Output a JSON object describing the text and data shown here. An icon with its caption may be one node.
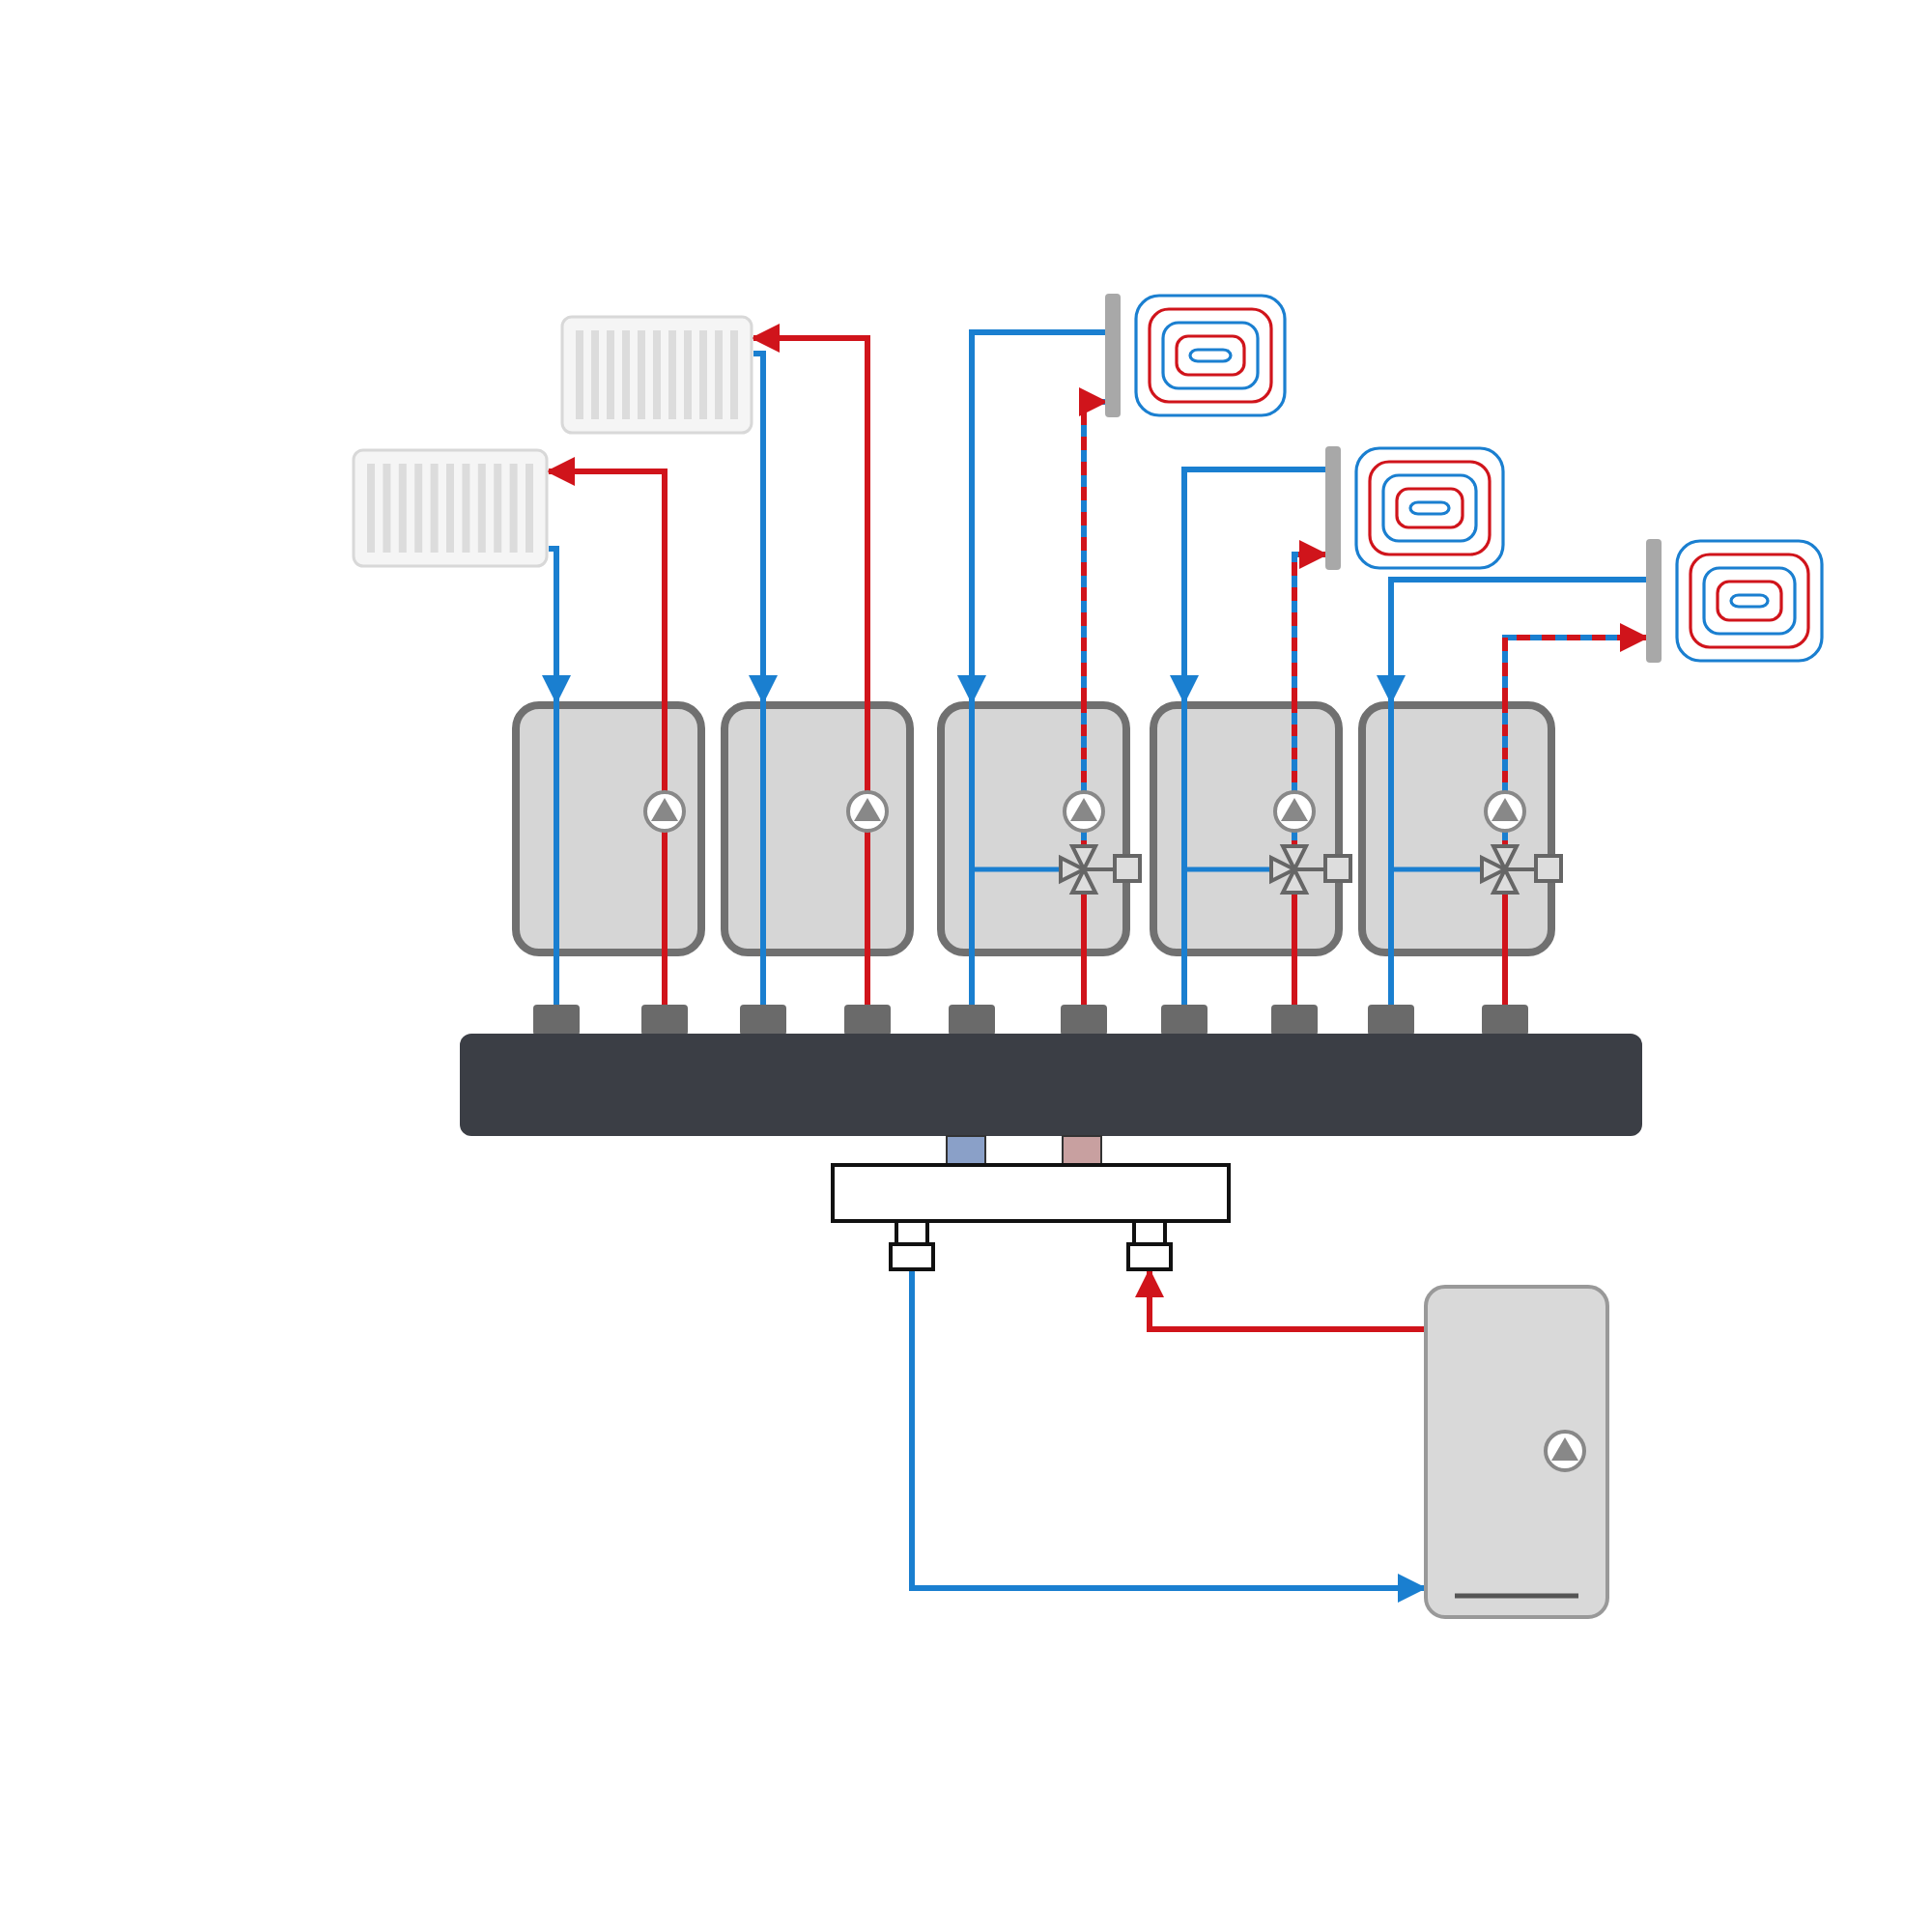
{
  "diagram": {
    "nodes": [
      {
        "text": [],
        "shape": "radiator"
      },
      {
        "text": [],
        "shape": "radiator"
      },
      {
        "text": [],
        "shape": "coil"
      },
      {
        "text": [],
        "shape": "coil"
      },
      {
        "text": [],
        "shape": "coil"
      },
      {
        "text": [],
        "shape": "box"
      },
      {
        "text": [],
        "shape": "box"
      },
      {
        "text": [],
        "shape": "box"
      },
      {
        "text": [],
        "shape": "box"
      },
      {
        "text": [],
        "shape": "box"
      },
      {
        "text": [],
        "shape": "bar"
      },
      {
        "text": [],
        "shape": "box"
      },
      {
        "text": [],
        "shape": "box"
      }
    ],
    "edges": [
      {
        "from": 0,
        "to": 5,
        "arrow": "to"
      },
      {
        "from": 5,
        "to": 0,
        "arrow": "to",
        "color": "#d0141b"
      },
      {
        "from": 1,
        "to": 6,
        "arrow": "to"
      },
      {
        "from": 6,
        "to": 1,
        "arrow": "to",
        "color": "#d0141b"
      },
      {
        "from": 2,
        "to": 7,
        "arrow": "to"
      },
      {
        "from": 7,
        "to": 2,
        "arrow": "to",
        "style": "dashed",
        "color": "#d0141b"
      },
      {
        "from": 3,
        "to": 8,
        "arrow": "to"
      },
      {
        "from": 8,
        "to": 3,
        "arrow": "to",
        "style": "dashed",
        "color": "#d0141b"
      },
      {
        "from": 4,
        "to": 9,
        "arrow": "to"
      },
      {
        "from": 9,
        "to": 4,
        "arrow": "to",
        "style": "dashed",
        "color": "#d0141b"
      },
      {
        "from": 12,
        "to": 11,
        "arrow": "to",
        "color": "#d0141b"
      },
      {
        "from": 11,
        "to": 12,
        "arrow": "to"
      },
      {
        "from": 5,
        "to": 10,
        "arrow": "none"
      },
      {
        "from": 10,
        "to": 5,
        "arrow": "none",
        "color": "#d0141b"
      },
      {
        "from": 6,
        "to": 10,
        "arrow": "none"
      },
      {
        "from": 10,
        "to": 6,
        "arrow": "none",
        "color": "#d0141b"
      },
      {
        "from": 7,
        "to": 10,
        "arrow": "none"
      },
      {
        "from": 10,
        "to": 7,
        "arrow": "none",
        "color": "#d0141b"
      },
      {
        "from": 8,
        "to": 10,
        "arrow": "none"
      },
      {
        "from": 10,
        "to": 8,
        "arrow": "none",
        "color": "#d0141b"
      },
      {
        "from": 9,
        "to": 10,
        "arrow": "none"
      },
      {
        "from": 10,
        "to": 9,
        "arrow": "none",
        "color": "#d0141b"
      }
    ]
  }
}
